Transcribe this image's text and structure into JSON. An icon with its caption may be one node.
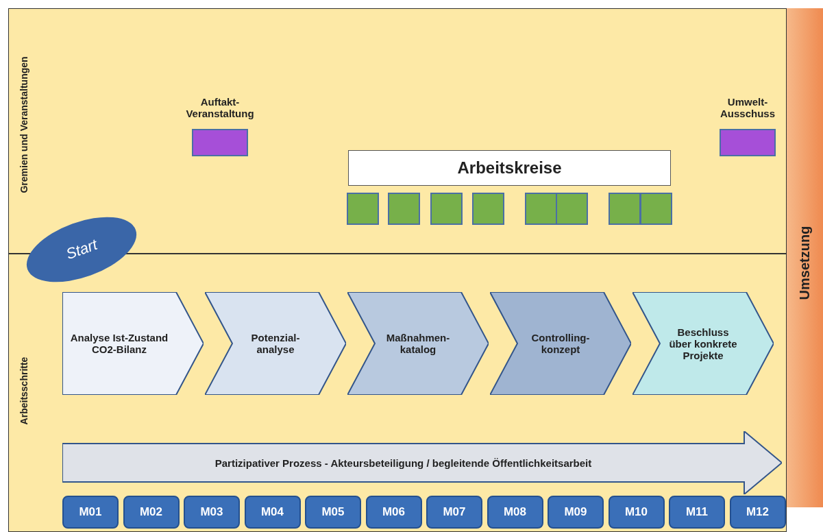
{
  "diagram": {
    "nodes": [
      {
        "text": [
          "Gremien und Veranstaltungen"
        ]
      },
      {
        "text": [
          "Arbeitsschritte"
        ]
      },
      {
        "text": [
          "Umsetzung"
        ]
      },
      {
        "text": [
          "Auftakt- Veranstaltung"
        ],
        "in": 0
      },
      {
        "text": [
          "Umwelt- Ausschuss"
        ],
        "in": 0
      },
      {
        "text": [
          "Arbeitskreise"
        ],
        "in": 0
      },
      {
        "text": [],
        "shape": "box",
        "in": 0
      },
      {
        "text": [],
        "shape": "box",
        "in": 0
      },
      {
        "text": [],
        "shape": "box",
        "in": 0
      },
      {
        "text": [],
        "shape": "box",
        "in": 0
      },
      {
        "text": [],
        "shape": "box",
        "in": 0
      },
      {
        "text": [],
        "shape": "box",
        "in": 0
      },
      {
        "text": [],
        "shape": "box",
        "in": 0
      },
      {
        "text": [],
        "shape": "box",
        "in": 0
      },
      {
        "text": [
          "Start"
        ]
      },
      {
        "text": [
          "Analyse Ist-Zustand CO2-Bilanz"
        ],
        "in": 1
      },
      {
        "text": [
          "Potenzial- analyse"
        ],
        "in": 1
      },
      {
        "text": [
          "Maßnahmen- katalog"
        ],
        "in": 1
      },
      {
        "text": [
          "Controlling- konzept"
        ],
        "in": 1
      },
      {
        "text": [
          "Beschluss über konkrete Projekte"
        ],
        "in": 1
      },
      {
        "text": [
          "Partizipativer Prozess - Akteursbeteiligung / begleitende Öffentlichkeitsarbeit"
        ],
        "in": 1
      },
      {
        "text": [
          "M01"
        ],
        "in": 1
      },
      {
        "text": [
          "M02"
        ],
        "in": 1
      },
      {
        "text": [
          "M03"
        ],
        "in": 1
      },
      {
        "text": [
          "M04"
        ],
        "in": 1
      },
      {
        "text": [
          "M05"
        ],
        "in": 1
      },
      {
        "text": [
          "M06"
        ],
        "in": 1
      },
      {
        "text": [
          "M07"
        ],
        "in": 1
      },
      {
        "text": [
          "M08"
        ],
        "in": 1
      },
      {
        "text": [
          "M09"
        ],
        "in": 1
      },
      {
        "text": [
          "M10"
        ],
        "in": 1
      },
      {
        "text": [
          "M11"
        ],
        "in": 1
      },
      {
        "text": [
          "M12"
        ],
        "in": 1
      }
    ]
  }
}
